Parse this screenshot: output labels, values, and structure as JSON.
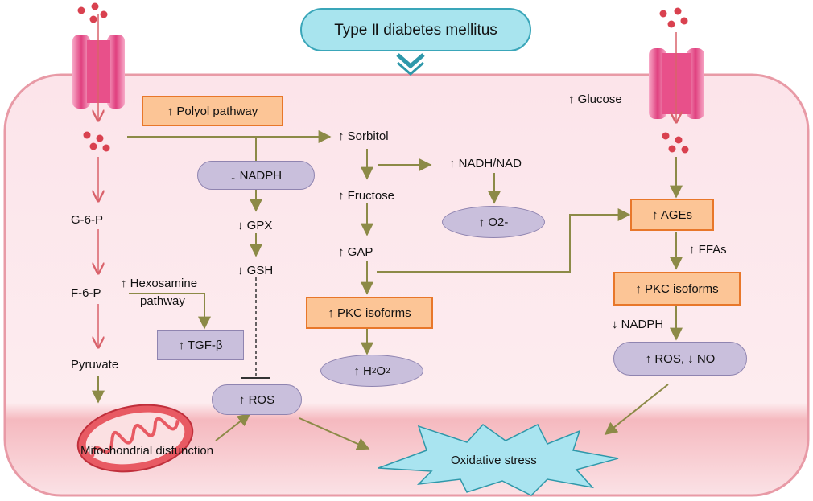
{
  "title": "Type Ⅱ diabetes mellitus",
  "left_pathway": {
    "g6p": "G-6-P",
    "f6p": "F-6-P",
    "pyruvate": "Pyruvate",
    "hexosamine_line1": "↑ Hexosamine",
    "hexosamine_line2": "pathway",
    "tgf": "↑ TGF-β",
    "mito": "Mitochondrial disfunction"
  },
  "polyol": {
    "box": "↑ Polyol pathway",
    "nadph": "↓ NADPH",
    "gpx": "↓ GPX",
    "gsh": "↓ GSH",
    "ros": "↑ ROS"
  },
  "sorbitol_branch": {
    "sorbitol": "↑ Sorbitol",
    "nadh": "↑ NADH/NAD",
    "o2": "↑ O2-",
    "fructose": "↑ Fructose",
    "gap": "↑ GAP",
    "pkc": "↑ PKC isoforms",
    "h2o2_prefix": "↑ H",
    "h2o2_sub1": "2",
    "h2o2_mid": "O",
    "h2o2_sub2": "2"
  },
  "right_pathway": {
    "glucose": "↑ Glucose",
    "ages": "↑ AGEs",
    "ffas": "↑ FFAs",
    "pkc": "↑ PKC isoforms",
    "nadph": "↓ NADPH",
    "ros_no": "↑ ROS, ↓ NO"
  },
  "oxidative_stress": "Oxidative stress",
  "colors": {
    "cell_fill": "#fde8ec",
    "cell_border": "#e89aa6",
    "channel": "#e8508a",
    "dots": "#d9414f",
    "arrow_olive": "#8c8a47",
    "arrow_red": "#d9626b",
    "orange_box": "#fcc596",
    "violet_box": "#c9bfdc",
    "title_fill": "#a8e4ee",
    "star_fill": "#a9e4f0"
  }
}
